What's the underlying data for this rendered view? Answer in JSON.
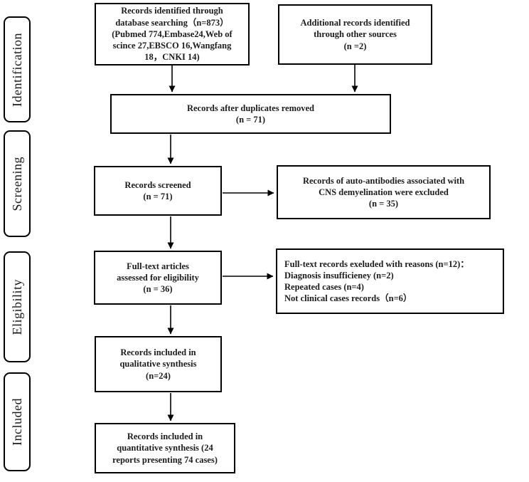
{
  "figure": {
    "type": "prisma-flow-diagram",
    "colors": {
      "background": "#ffffff",
      "border": "#000000",
      "text": "#1c1c1c"
    },
    "sidebar": {
      "stages": [
        {
          "label": "Identification"
        },
        {
          "label": "Screening"
        },
        {
          "label": "Eligibility"
        },
        {
          "label": "Included"
        }
      ]
    },
    "flow": {
      "identified": {
        "text": "Records identified through\ndatabase searching（n=873）\n(Pubmed 774,Embase24,Web of\nscince 27,EBSCO 16,Wangfang\n18，CNKI 14)"
      },
      "other_sources": {
        "text": "Additional records identified\nthrough other sources\n(n =2)"
      },
      "after_duplicates": {
        "text": "Records after duplicates removed\n(n = 71)"
      },
      "screened": {
        "text": "Records screened\n(n = 71)"
      },
      "excluded_screening": {
        "text": "Records of auto-antibodies associated with\nCNS demyelination were excluded\n(n = 35)"
      },
      "fulltext_assessed": {
        "text": "Full-text articles\nassessed for eligibility\n(n = 36)"
      },
      "excluded_fulltext": {
        "text": "Full-text records exeluded with reasons (n=12)：\nDiagnosis insufficieney (n=2)\nRepeated cases (n=4)\nNot clinical cases records（n=6）"
      },
      "qualitative": {
        "text": "Records included in\nqualitative synthesis\n(n=24)"
      },
      "quantitative": {
        "text": "Records included in\nquantitative synthesis (24\nreports presenting 74 cases)"
      }
    }
  }
}
